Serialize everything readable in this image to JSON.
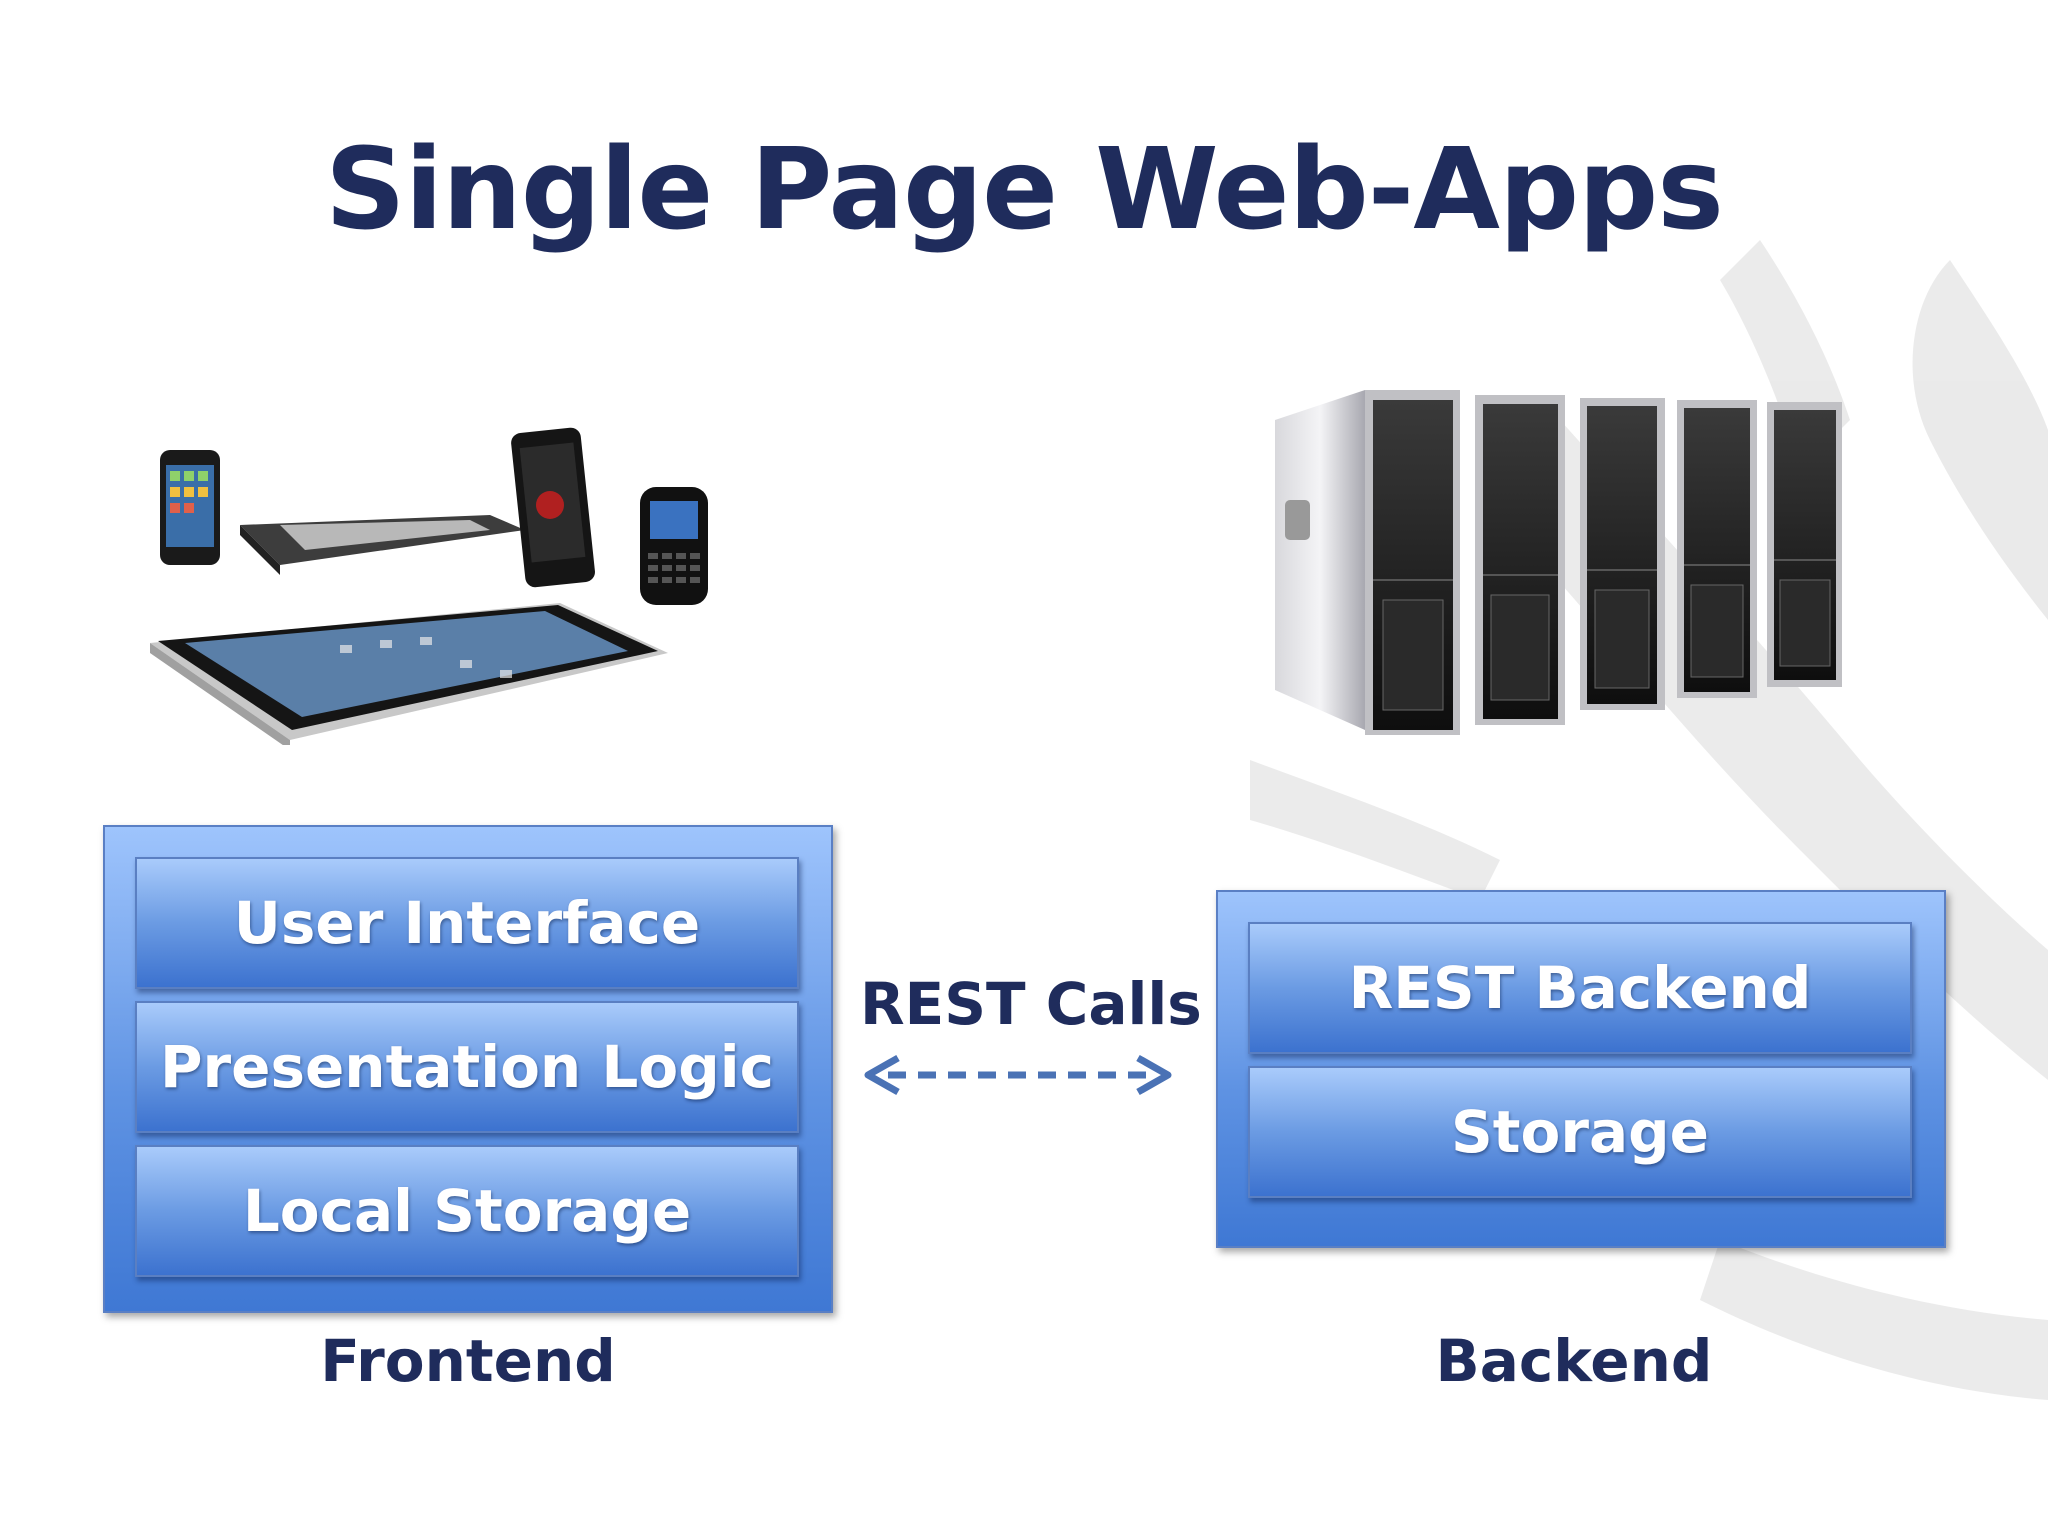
{
  "title": "Single Page Web-Apps",
  "frontend": {
    "layers": [
      "User Interface",
      "Presentation Logic",
      "Local Storage"
    ],
    "caption": "Frontend",
    "image_icon": "mobile-devices-image"
  },
  "connector": {
    "label": "REST Calls",
    "style": "dashed-bidirectional-arrow",
    "color": "#4a72b5"
  },
  "backend": {
    "layers": [
      "REST Backend",
      "Storage"
    ],
    "caption": "Backend",
    "image_icon": "server-rack-image"
  },
  "colors": {
    "title_text": "#1f2c5c",
    "box_blue": "#5f93e3",
    "layer_text": "#ffffff"
  }
}
